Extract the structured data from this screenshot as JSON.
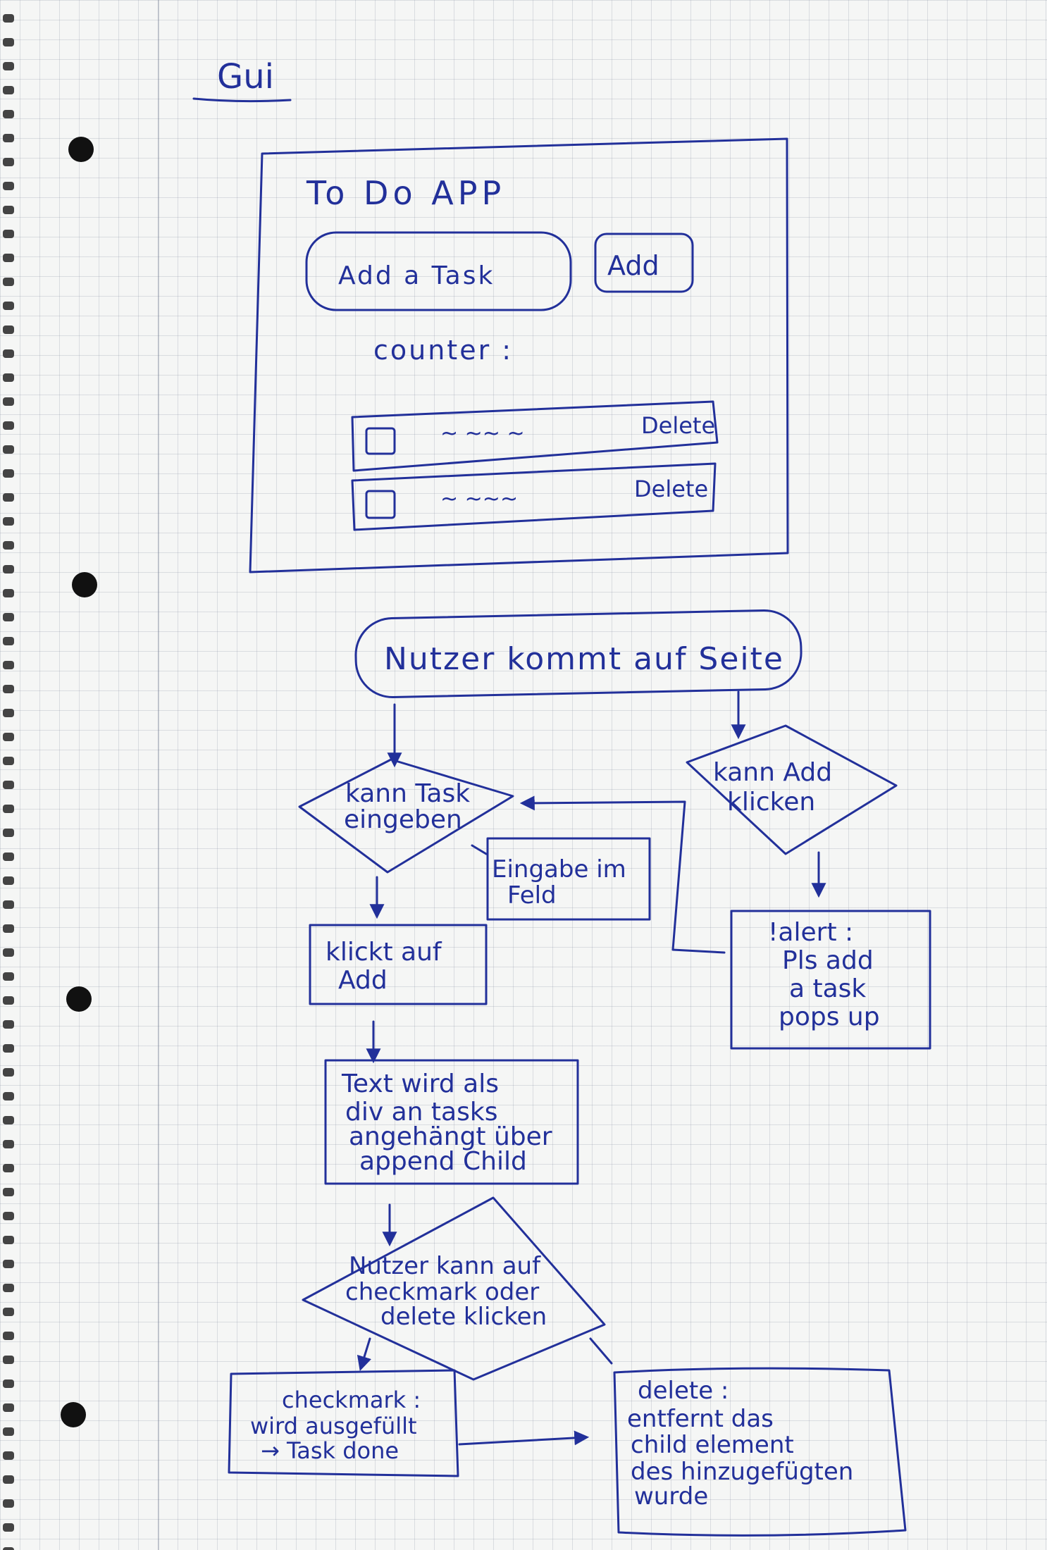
{
  "page_title": "Gui",
  "mockup": {
    "app_title": "To Do APP",
    "input_placeholder": "Add a Task",
    "add_button": "Add",
    "counter_label": "counter :",
    "task_items": [
      {
        "text": "~ ~~ ~",
        "delete_label": "Delete"
      },
      {
        "text": "~ ~~~",
        "delete_label": "Delete"
      }
    ]
  },
  "flowchart": {
    "start": "Nutzer kommt auf Seite",
    "left_decision": [
      "kann Task",
      "eingeben"
    ],
    "input_note": [
      "Eingabe im",
      "Feld"
    ],
    "click_add": [
      "klickt auf",
      "Add"
    ],
    "append_step": [
      "Text wird als",
      "div an tasks",
      "angehängt über",
      "append Child"
    ],
    "action_decision": [
      "Nutzer kann auf",
      "checkmark oder",
      "delete klicken"
    ],
    "checkmark_box": [
      "checkmark :",
      "wird ausgefüllt",
      "→ Task done"
    ],
    "delete_box": [
      "delete :",
      "entfernt das",
      "child element",
      "des hinzugefügten",
      "wurde"
    ],
    "right_decision": [
      "kann Add",
      "klicken"
    ],
    "alert_box": [
      "!alert :",
      "Pls add",
      "a task",
      "pops up"
    ]
  }
}
